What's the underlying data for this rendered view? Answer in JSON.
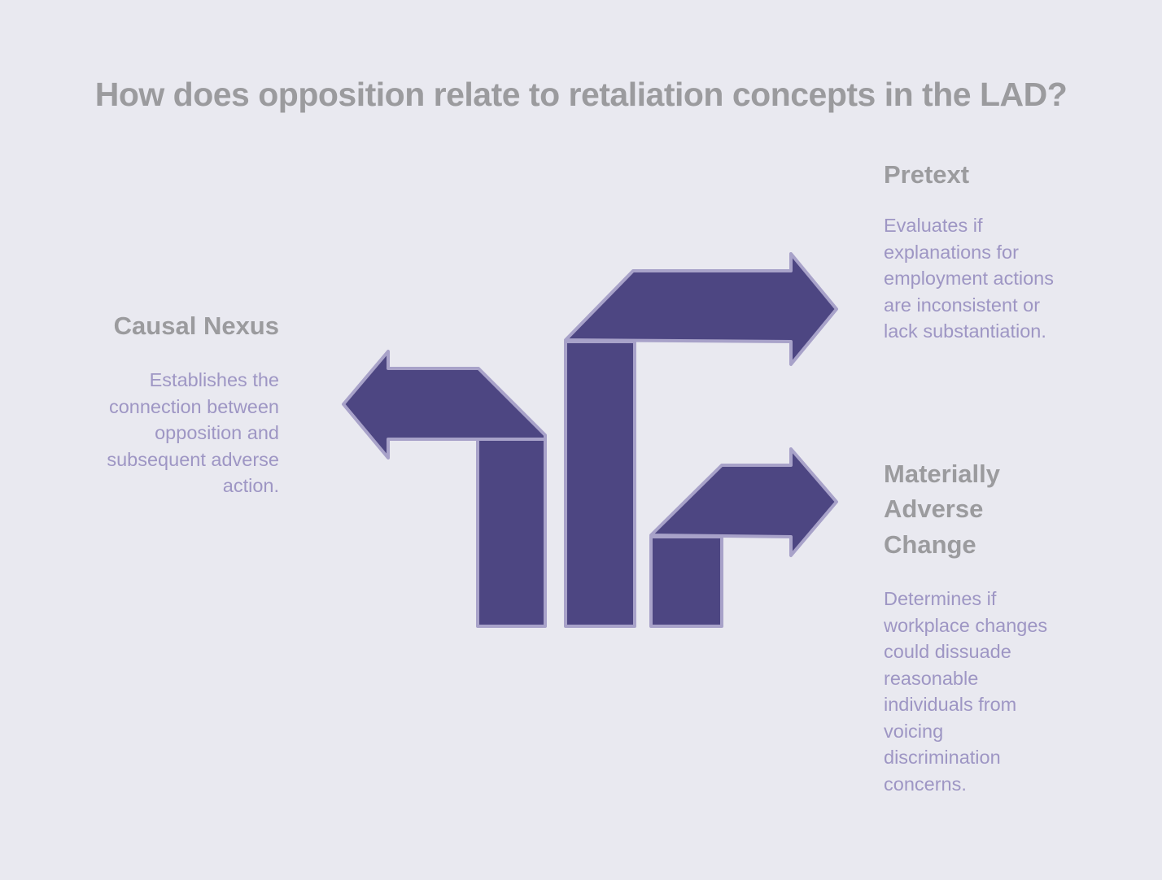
{
  "title": "How does opposition relate to retaliation concepts in the LAD?",
  "colors": {
    "background": "#e9e9f0",
    "title": "#9b9b9e",
    "heading": "#9b9b9e",
    "body_text": "#9e96c4",
    "arrow_fill": "#4d4682",
    "arrow_outline": "#a8a2c9"
  },
  "icons": {
    "left_arrow": "left-turn-arrow-icon",
    "top_right_arrow": "up-right-turn-arrow-icon",
    "bottom_right_arrow": "right-turn-arrow-icon"
  },
  "sections": {
    "causal_nexus": {
      "heading": "Causal Nexus",
      "body_lines": [
        "Establishes the",
        "connection between",
        "opposition and",
        "subsequent adverse",
        "action."
      ]
    },
    "pretext": {
      "heading": "Pretext",
      "body_lines": [
        "Evaluates if",
        "explanations for",
        "employment actions",
        "are inconsistent or",
        "lack substantiation."
      ]
    },
    "materially_adverse_change": {
      "heading": "Materially Adverse Change",
      "body_lines": [
        "Determines if",
        "workplace changes",
        "could dissuade",
        "reasonable",
        "individuals from",
        "voicing",
        "discrimination",
        "concerns."
      ]
    }
  }
}
